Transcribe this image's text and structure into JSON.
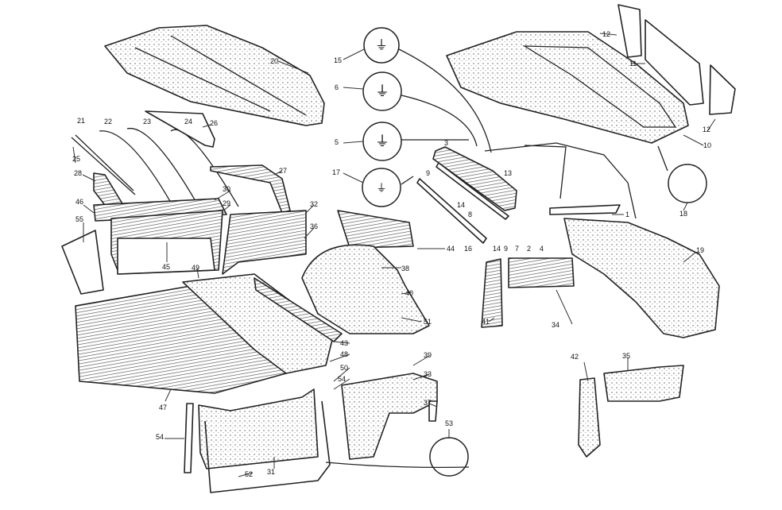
{
  "diagram": {
    "type": "exploded parts diagram",
    "part_labels": [
      "20",
      "15",
      "6",
      "5",
      "17",
      "3",
      "13",
      "9",
      "14",
      "8",
      "16",
      "14",
      "9",
      "7",
      "2",
      "4",
      "12",
      "11",
      "12",
      "10",
      "18",
      "1",
      "19",
      "21",
      "22",
      "23",
      "24",
      "26",
      "25",
      "28",
      "27",
      "30",
      "29",
      "46",
      "55",
      "45",
      "49",
      "32",
      "36",
      "44",
      "38",
      "40",
      "51",
      "43",
      "48",
      "50",
      "54",
      "47",
      "54",
      "52",
      "31",
      "39",
      "33",
      "37",
      "53",
      "41",
      "34",
      "42",
      "35"
    ]
  }
}
